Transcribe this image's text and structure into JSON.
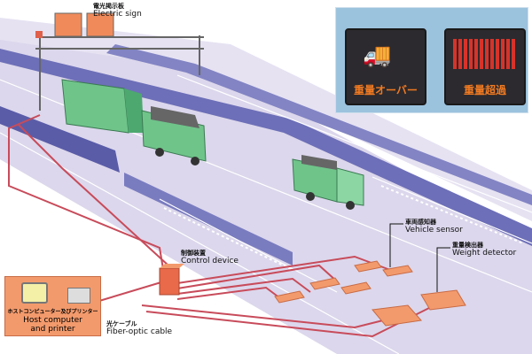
{
  "title_labels": {
    "electric_sign_jp": "電光掲示板",
    "electric_sign_en": "Electric sign",
    "control_device_jp": "制御装置",
    "control_device_en": "Control device",
    "vehicle_sensor_jp": "車両感知器",
    "vehicle_sensor_en": "Vehicle sensor",
    "weight_detector_jp": "重量検出器",
    "weight_detector_en": "Weight detector",
    "host_jp": "ホストコンピューター及びプリンター",
    "host_en_line1": "Host computer",
    "host_en_line2": "and printer",
    "fiber_jp": "光ケーブル",
    "fiber_en": "Fiber-optic cable"
  },
  "photo_signs": [
    {
      "text": "重量オーバー",
      "icon": "elephant-truck-icon"
    },
    {
      "text": "重量超過",
      "icon": "loaded-truck-icon"
    }
  ],
  "colors": {
    "road": "#d9d4ea",
    "median": "#6d6fb8",
    "cable": "#c84b5a",
    "device": "#f39a6c",
    "truck": "#6fc48a"
  }
}
